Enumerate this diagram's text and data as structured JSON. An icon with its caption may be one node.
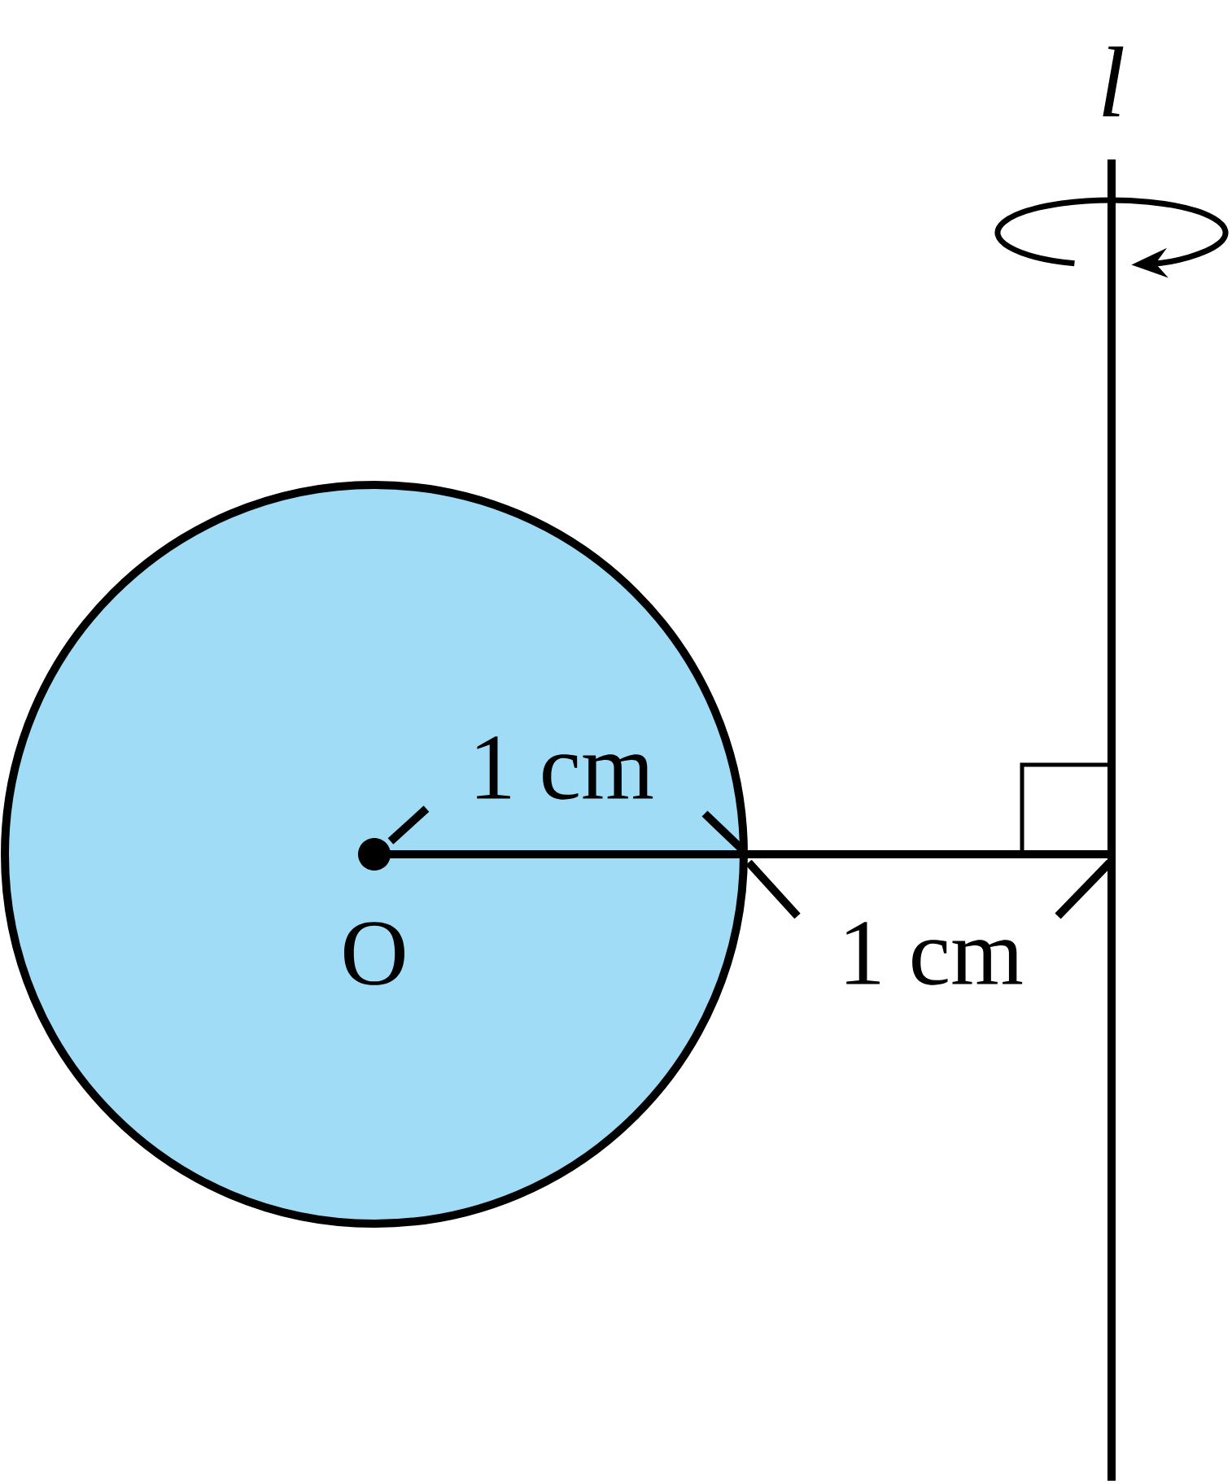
{
  "diagram": {
    "labels": [
      "l",
      "1 cm",
      "O",
      "1 cm"
    ]
  }
}
